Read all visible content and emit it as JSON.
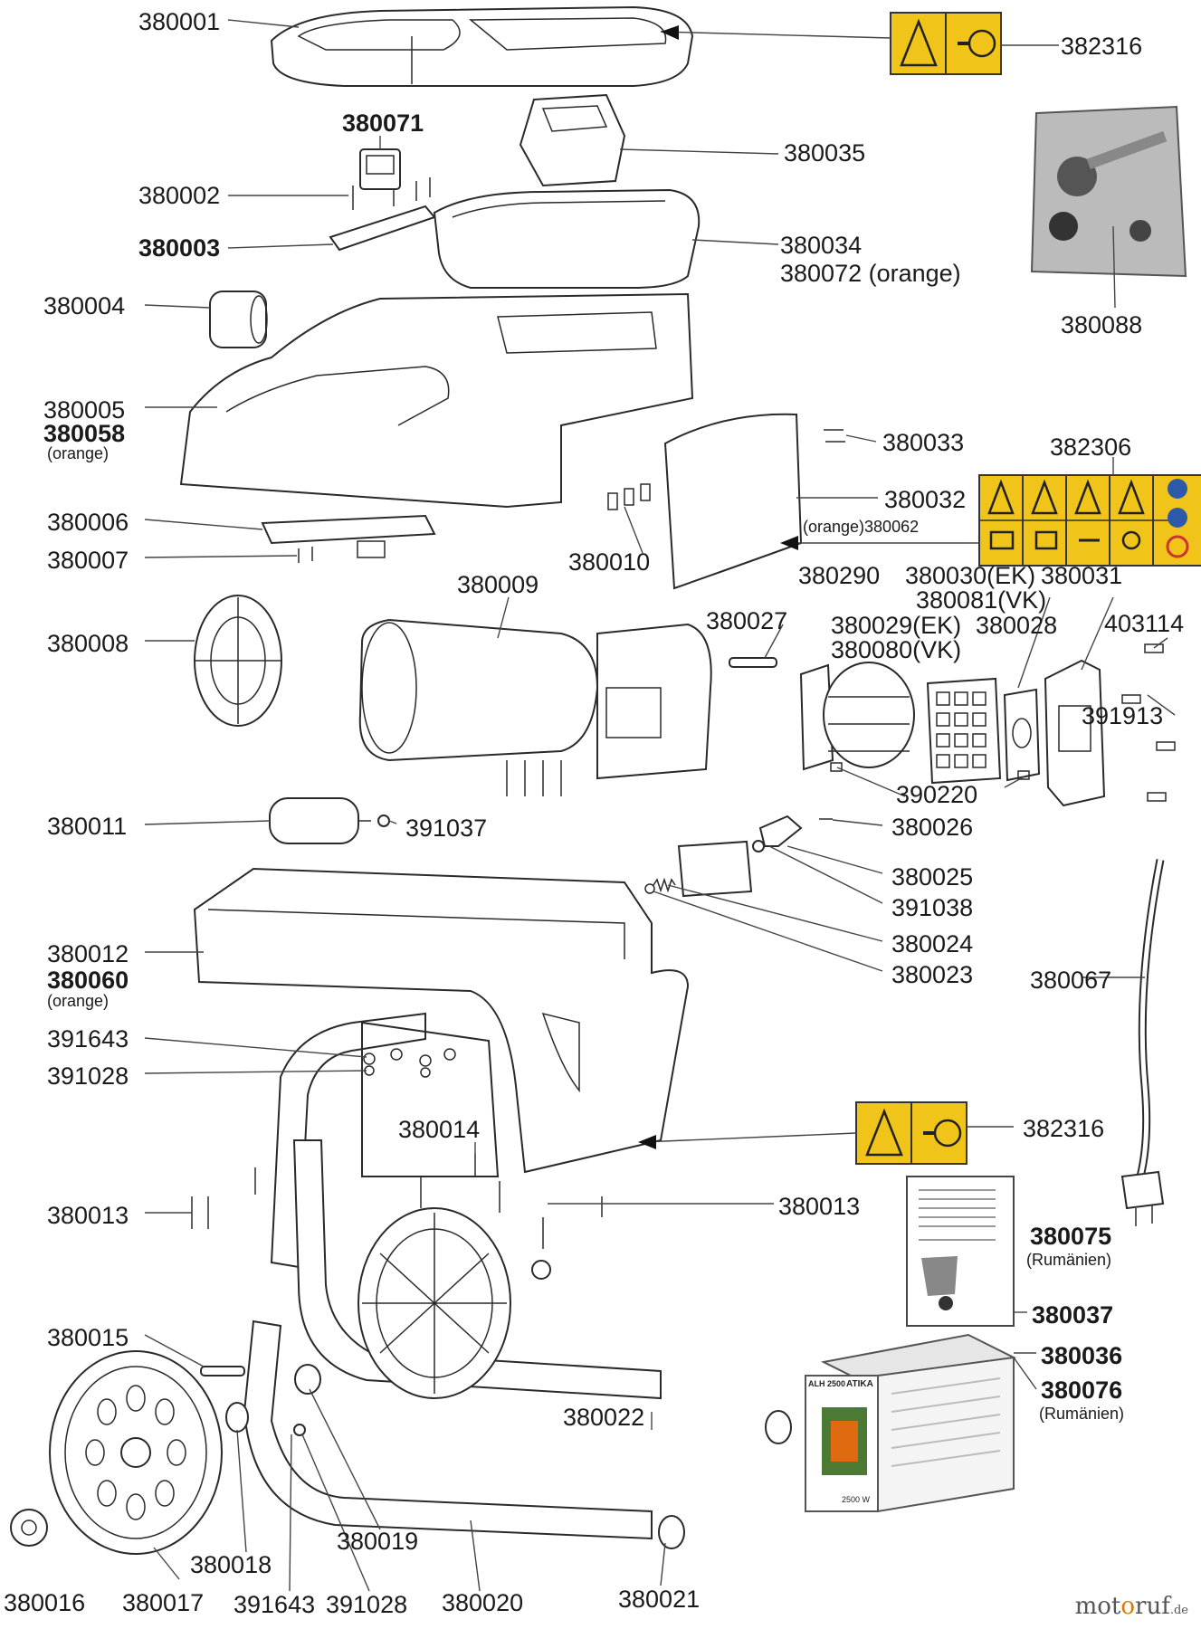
{
  "labels": {
    "l380001": "380001",
    "l382316a": "382316",
    "l380071": "380071",
    "l380035": "380035",
    "l380002": "380002",
    "l380003": "380003",
    "l380034": "380034",
    "l380072": "380072 (orange)",
    "l380088": "380088",
    "l380004": "380004",
    "l380005": "380005",
    "l380058": "380058",
    "l380058o": "(orange)",
    "l380033": "380033",
    "l382306": "382306",
    "l380032": "380032",
    "l380062": "(orange)380062",
    "l380006": "380006",
    "l380007": "380007",
    "l380010": "380010",
    "l380290": "380290",
    "l380030": "380030(EK)",
    "l380031": "380031",
    "l380081": "380081(VK)",
    "l380009": "380009",
    "l380027": "380027",
    "l380029": "380029(EK)",
    "l380028": "380028",
    "l403114": "403114",
    "l380008": "380008",
    "l380080": "380080(VK)",
    "l391913": "391913",
    "l390220": "390220",
    "l380011": "380011",
    "l391037": "391037",
    "l380026": "380026",
    "l380025": "380025",
    "l391038": "391038",
    "l380012": "380012",
    "l380060": "380060",
    "l380060o": "(orange)",
    "l380024": "380024",
    "l380023": "380023",
    "l380067": "380067",
    "l391643a": "391643",
    "l391028a": "391028",
    "l380014": "380014",
    "l382316b": "382316",
    "l380013a": "380013",
    "l380013b": "380013",
    "l380075": "380075",
    "l380075r": "(Rumänien)",
    "l380037": "380037",
    "l380015": "380015",
    "l380036": "380036",
    "l380076": "380076",
    "l380076r": "(Rumänien)",
    "l380022": "380022",
    "l380019": "380019",
    "l380018": "380018",
    "l380016": "380016",
    "l380017": "380017",
    "l391643b": "391643",
    "l391028b": "391028",
    "l380020": "380020",
    "l380021": "380021"
  },
  "box": {
    "model": "ALH 2500",
    "brand": "ATIKA",
    "power": "2500 W"
  },
  "watermark": {
    "pre": "mot",
    "o": "o",
    "post": "ruf",
    "tld": ".de"
  },
  "colors": {
    "sticker": "#f0c419",
    "line": "#2a2a2a"
  }
}
